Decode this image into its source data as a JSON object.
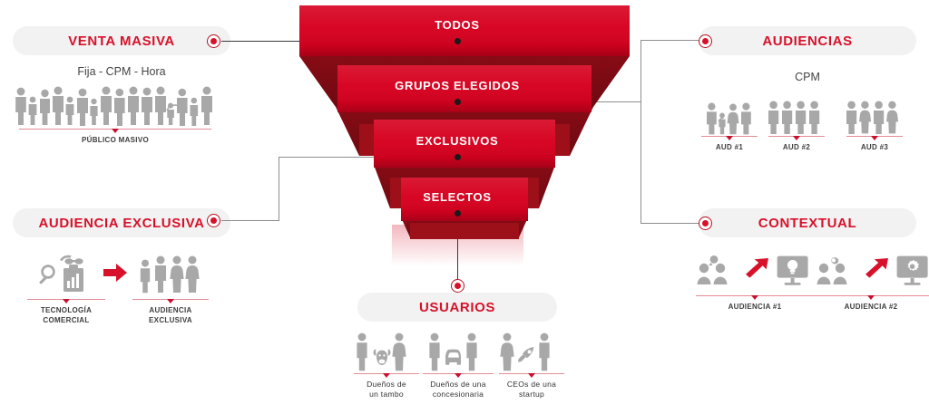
{
  "colors": {
    "brand_red": "#d8112a",
    "funnel_face": "#d6011f",
    "funnel_side": "#8e0c16",
    "pill_bg": "#f2f2f2",
    "icon_gray": "#a8a8a8",
    "rule_pink": "#e38c97",
    "connector_gray": "#8d8d8d"
  },
  "funnel": {
    "tiers": [
      {
        "label": "TODOS"
      },
      {
        "label": "GRUPOS ELEGIDOS"
      },
      {
        "label": "EXCLUSIVOS"
      },
      {
        "label": "SELECTOS"
      }
    ]
  },
  "venta_masiva": {
    "title": "VENTA MASIVA",
    "subtitle": "Fija - CPM - Hora",
    "caption": "PÚBLICO MASIVO",
    "crowd_icon": "crowd-people-icon"
  },
  "audiencia_exclusiva": {
    "title": "AUDIENCIA EXCLUSIVA",
    "items": [
      {
        "icon": "commercial-technology-icon",
        "caption_line1": "TECNOLOGÍA",
        "caption_line2": "COMERCIAL"
      },
      {
        "icon": "four-people-icon",
        "caption_line1": "AUDIENCIA",
        "caption_line2": "EXCLUSIVA"
      }
    ],
    "arrow_icon": "red-arrow-right-icon"
  },
  "audiencias": {
    "title": "AUDIENCIAS",
    "subtitle": "CPM",
    "items": [
      {
        "icon": "family-group-icon",
        "caption": "AUD #1"
      },
      {
        "icon": "men-group-icon",
        "caption": "AUD #2"
      },
      {
        "icon": "mixed-group-icon",
        "caption": "AUD #3"
      }
    ]
  },
  "contextual": {
    "title": "CONTEXTUAL",
    "items": [
      {
        "icons": [
          "two-people-icon",
          "red-arrow-up-right-icon",
          "monitor-lightbulb-icon"
        ],
        "caption": "AUDIENCIA #1"
      },
      {
        "icons": [
          "two-people-gear-icon",
          "red-arrow-up-right-icon",
          "monitor-gear-icon"
        ],
        "caption": "AUDIENCIA #2"
      }
    ]
  },
  "usuarios": {
    "title": "USUARIOS",
    "items": [
      {
        "icon": "couple-cow-icon",
        "caption_line1": "Dueños de",
        "caption_line2": "un tambo"
      },
      {
        "icon": "couple-car-icon",
        "caption_line1": "Dueños de una",
        "caption_line2": "concesionaria"
      },
      {
        "icon": "couple-rocket-icon",
        "caption_line1": "CEOs de una",
        "caption_line2": "startup"
      }
    ]
  }
}
